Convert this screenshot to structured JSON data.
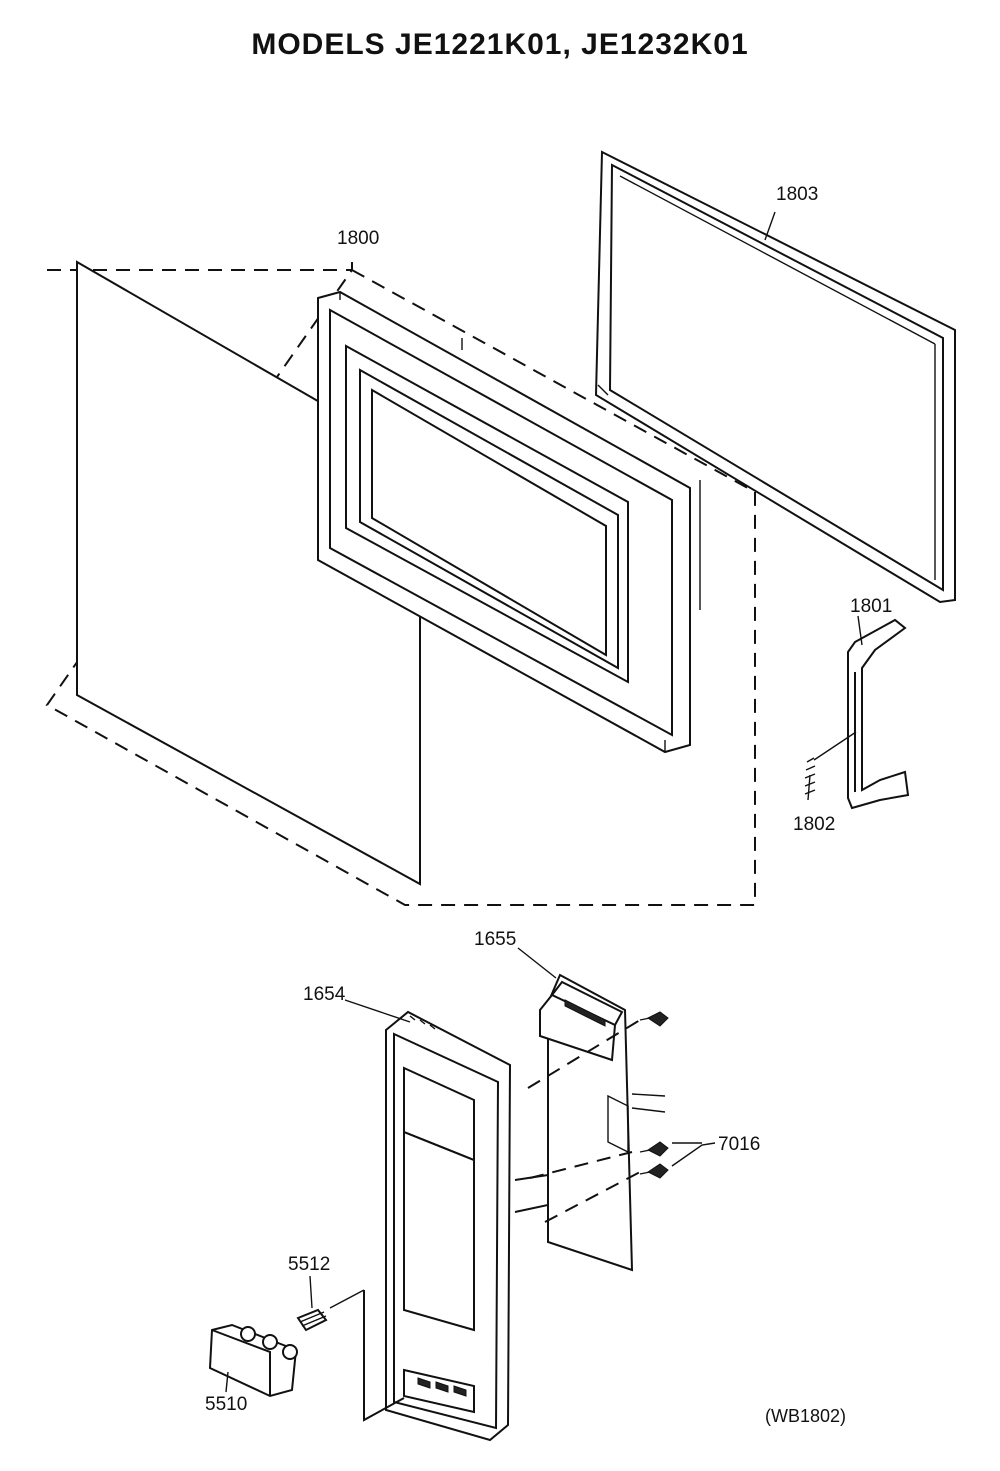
{
  "title": "MODELS JE1221K01, JE1232K01",
  "diagram_code": "(WB1802)",
  "parts": {
    "door_assembly": "1800",
    "choke_cover": "1803",
    "latch_lever": "1801",
    "latch_spring": "1802",
    "latch_board": "1655",
    "control_panel": "1654",
    "screws": "7016",
    "button_spring": "5512",
    "door_button": "5510"
  }
}
